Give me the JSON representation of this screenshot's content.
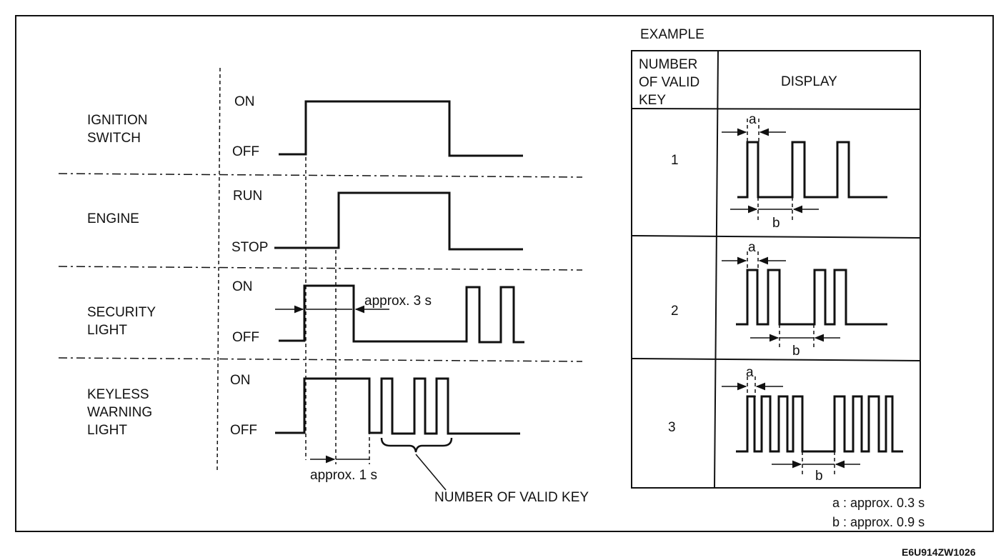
{
  "signals": {
    "ignition": {
      "name_line1": "IGNITION",
      "name_line2": "SWITCH",
      "high": "ON",
      "low": "OFF"
    },
    "engine": {
      "name": "ENGINE",
      "high": "RUN",
      "low": "STOP"
    },
    "security": {
      "name_line1": "SECURITY",
      "name_line2": "LIGHT",
      "high": "ON",
      "low": "OFF"
    },
    "keyless": {
      "name_line1": "KEYLESS",
      "name_line2": "WARNING",
      "name_line3": "LIGHT",
      "high": "ON",
      "low": "OFF"
    }
  },
  "annotations": {
    "approx_3s": "approx. 3 s",
    "approx_1s": "approx. 1 s",
    "number_of_valid_key": "NUMBER OF VALID KEY"
  },
  "example": {
    "title": "EXAMPLE",
    "col1_line1": "NUMBER",
    "col1_line2": "OF VALID",
    "col1_line3": "KEY",
    "col2": "DISPLAY",
    "rows": [
      {
        "key": "1",
        "a": "a",
        "b": "b"
      },
      {
        "key": "2",
        "a": "a",
        "b": "b"
      },
      {
        "key": "3",
        "a": "a",
        "b": "b"
      }
    ]
  },
  "legend": {
    "a": "a : approx. 0.3 s",
    "b": "b : approx. 0.9 s"
  },
  "figure_code": "E6U914ZW1026"
}
